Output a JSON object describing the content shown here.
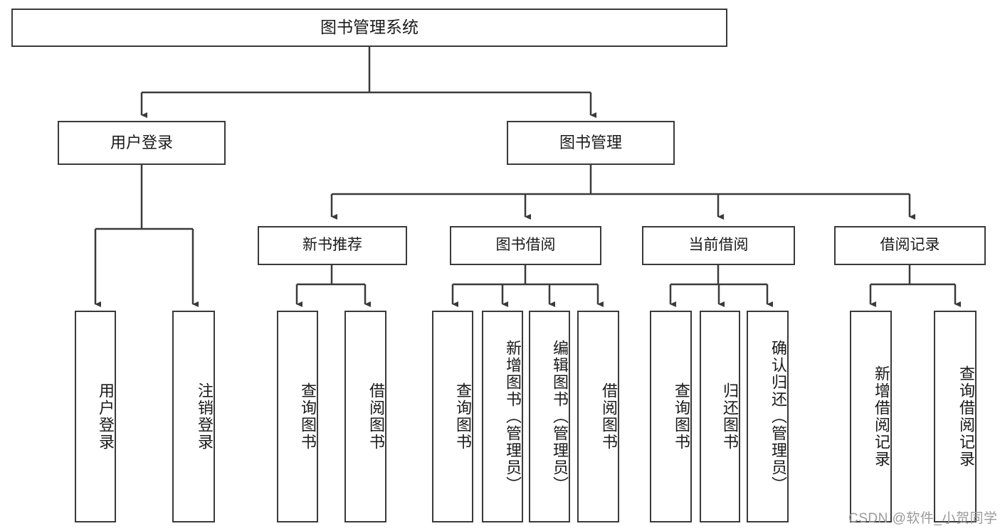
{
  "diagram": {
    "title": "图书管理系统",
    "type": "hierarchy-tree",
    "root": {
      "label": "图书管理系统"
    },
    "level2": [
      {
        "label": "用户登录"
      },
      {
        "label": "图书管理"
      }
    ],
    "level3": [
      {
        "label": "新书推荐"
      },
      {
        "label": "图书借阅"
      },
      {
        "label": "当前借阅"
      },
      {
        "label": "借阅记录"
      }
    ],
    "leaves": {
      "user_login": [
        {
          "label": "用户登录"
        },
        {
          "label": "注销登录"
        }
      ],
      "new_book_recommend": [
        {
          "label": "查询图书"
        },
        {
          "label": "借阅图书"
        }
      ],
      "book_borrow": [
        {
          "label": "查询图书"
        },
        {
          "label": "新增图书（管理员）"
        },
        {
          "label": "编辑图书（管理员）"
        },
        {
          "label": "借阅图书"
        }
      ],
      "current_borrow": [
        {
          "label": "查询图书"
        },
        {
          "label": "归还图书"
        },
        {
          "label": "确认归还（管理员）"
        }
      ],
      "borrow_record": [
        {
          "label": "新增借阅记录"
        },
        {
          "label": "查询借阅记录"
        }
      ]
    }
  },
  "watermark": {
    "text": "CSDN @软件_小贺同学"
  },
  "colors": {
    "stroke": "#3a3a3a",
    "background": "#ffffff",
    "text": "#1a1a1a",
    "watermark": "#9a9a9a"
  }
}
